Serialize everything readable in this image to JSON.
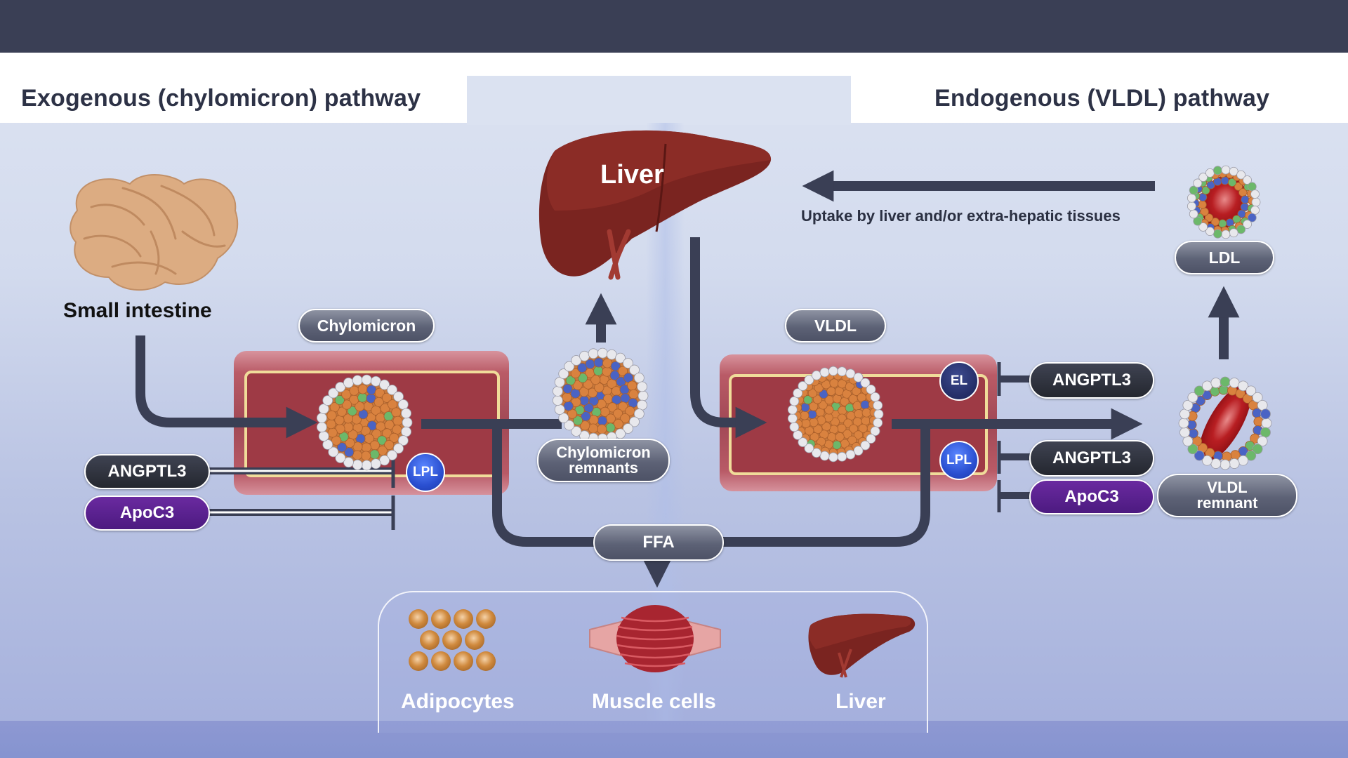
{
  "header": {
    "left_title": "Exogenous (chylomicron) pathway",
    "right_title": "Endogenous (VLDL) pathway"
  },
  "organs": {
    "small_intestine": "Small intestine",
    "liver": "Liver"
  },
  "particles": {
    "chylomicron": "Chylomicron",
    "chylomicron_remnants": [
      "Chylomicron",
      "remnants"
    ],
    "vldl": "VLDL",
    "vldl_remnant": [
      "VLDL",
      "remnant"
    ],
    "ldl": "LDL",
    "ffa": "FFA"
  },
  "enzymes": {
    "lpl_left": "LPL",
    "lpl_right": "LPL",
    "el": "EL"
  },
  "inhibitors": {
    "left": [
      {
        "label": "ANGPTL3",
        "style": "dark"
      },
      {
        "label": "ApoC3",
        "style": "purple"
      }
    ],
    "right": [
      {
        "label": "ANGPTL3",
        "style": "dark",
        "target": "EL"
      },
      {
        "label": "ANGPTL3",
        "style": "dark",
        "target": "LPL"
      },
      {
        "label": "ApoC3",
        "style": "purple",
        "target": "LPL"
      }
    ]
  },
  "uptake_text": "Uptake by liver and/or extra-hepatic tissues",
  "tissues": [
    {
      "label": "Adipocytes"
    },
    {
      "label": "Muscle cells"
    },
    {
      "label": "Liver"
    }
  ],
  "colors": {
    "arrow": "#3a3f55",
    "topbar": "#3a3f55",
    "liver": "#7a2420",
    "vessel": "#b9545e",
    "apoc3": "#541c88",
    "angptl3": "#2a2d36",
    "lpl": "#2a4fd0",
    "el": "#232d66"
  }
}
